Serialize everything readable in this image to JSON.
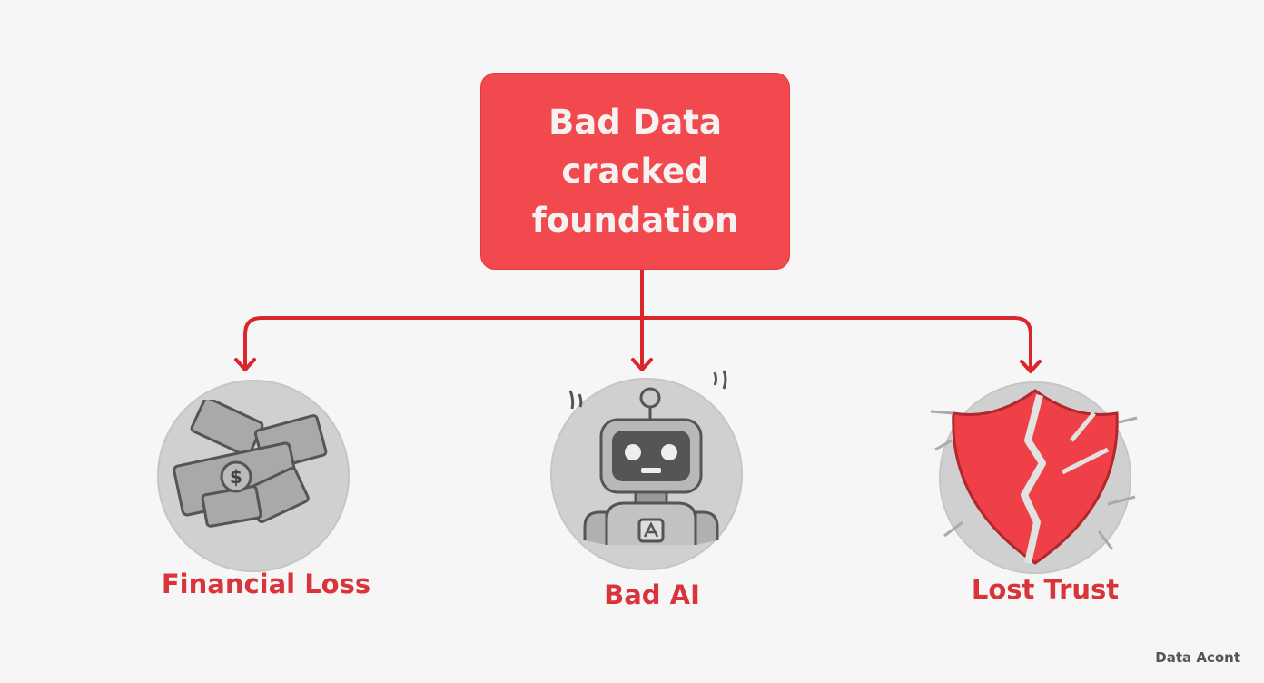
{
  "root": {
    "label": "Bad Data cracked foundation"
  },
  "outcomes": [
    {
      "label": "Financial Loss",
      "icon": "money-stack-icon"
    },
    {
      "label": "Bad AI",
      "icon": "robot-icon"
    },
    {
      "label": "Lost Trust",
      "icon": "cracked-shield-icon"
    }
  ],
  "credit": "Data Acont",
  "colors": {
    "box": "#f2494f",
    "connector": "#d9262c",
    "label": "#d8343a",
    "background": "#f6f6f6"
  }
}
